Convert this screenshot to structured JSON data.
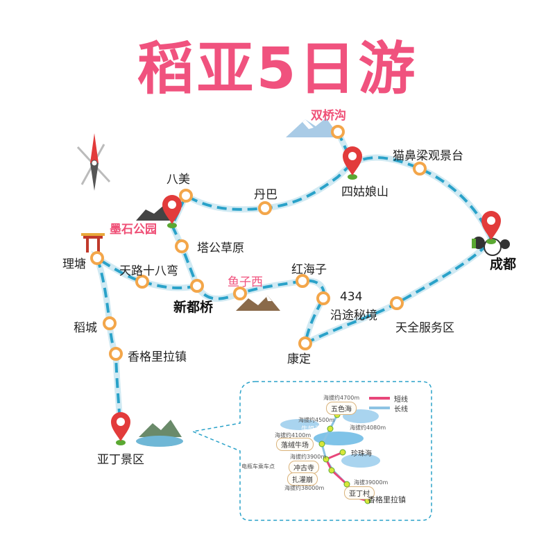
{
  "title": "稻亚5日游",
  "route_main": {
    "stops": {
      "shuangqiaogou": "双桥沟",
      "maobiliang": "猫鼻梁观景台",
      "siguniangshan": "四姑娘山",
      "bamei": "八美",
      "danba": "丹巴",
      "moshigongyuan": "墨石公园",
      "tagong": "塔公草原",
      "chengdu": "成都",
      "litang": "理塘",
      "tianlu": "天路十八弯",
      "yuzixi": "鱼子西",
      "honghaizi": "红海子",
      "xinduqiao": "新都桥",
      "n434": "434",
      "yantu": "沿途秘境",
      "tianquan": "天全服务区",
      "daocheng": "稻城",
      "kangding": "康定",
      "xianggelila": "香格里拉镇",
      "yading": "亚丁景区"
    }
  },
  "inset": {
    "legend": {
      "short": "短线",
      "long": "长线"
    },
    "colors": {
      "short": "#e8477a",
      "long": "#8dc3e3"
    },
    "places": {
      "wuse": "五色海",
      "niunai": "牛奶海",
      "luorong": "落绒牛场",
      "zhenzhu": "珍珠海",
      "chonggu": "冲古寺",
      "zhaguan": "扎灌崩",
      "yadingcun": "亚丁村",
      "xianggelila": "香格里拉镇",
      "shuttle": "电瓶车乘车点"
    },
    "altitudes": {
      "a4700": "海拔约4700m",
      "a4500": "海拔约4500m",
      "a4080": "海拔约4080m",
      "a4100": "海拔约4100m",
      "a3900": "海拔约3900m",
      "a38000": "海拔约38000m",
      "a39000": "海拔39000m"
    }
  },
  "colors": {
    "title": "#f0527e",
    "route": "#2aa2c9",
    "route_outline": "#7cc4de",
    "stop_ring": "#f3a64a",
    "pin": "#e23b3b"
  }
}
